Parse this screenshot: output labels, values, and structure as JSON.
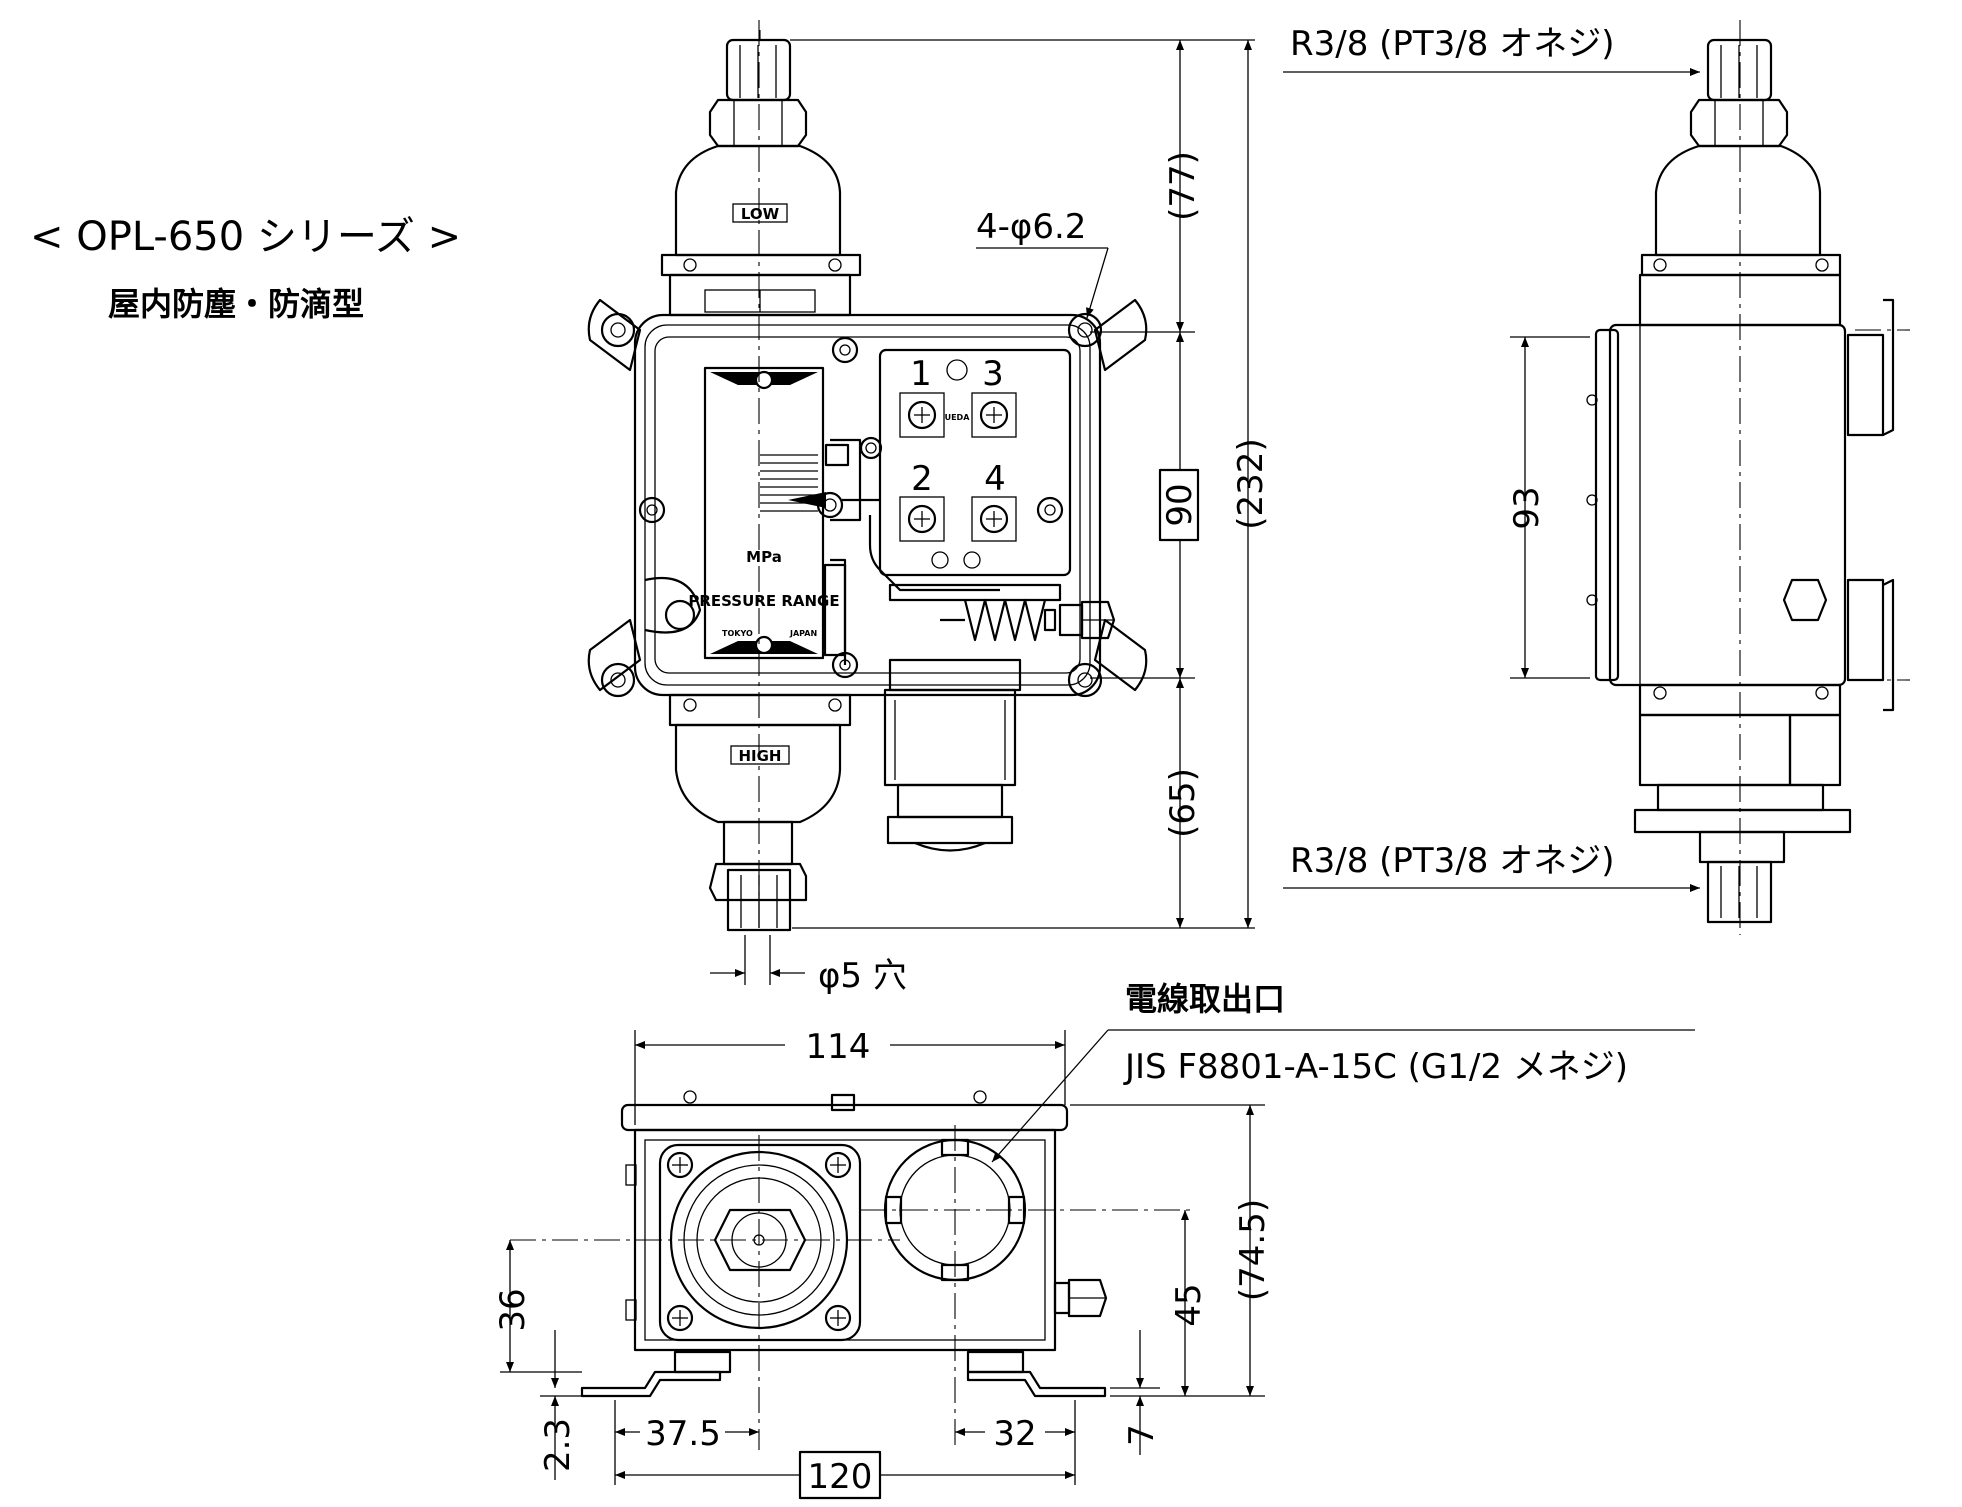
{
  "title": "< OPL-650 シリーズ >",
  "subtitle": "屋内防塵・防滴型",
  "labels": {
    "low": "LOW",
    "high": "HIGH",
    "ueda": "UEDA",
    "mpa": "MPa",
    "pressure_range": "PRESSURE  RANGE",
    "tokyo": "TOKYO",
    "japan": "JAPAN",
    "terminal_1": "1",
    "terminal_2": "2",
    "terminal_3": "3",
    "terminal_4": "4"
  },
  "callouts": {
    "port_top": "R3/8 (PT3/8 オネジ)",
    "port_bottom": "R3/8 (PT3/8 オネジ)",
    "mount_holes": "4-φ6.2",
    "hole_dia": "φ5 穴",
    "cable_outlet": "電線取出口",
    "cable_spec": "JIS F8801-A-15C (G1/2 メネジ)"
  },
  "dimensions": {
    "d77": "(77)",
    "d90": "90",
    "d232": "(232)",
    "d65": "(65)",
    "d93": "93",
    "d114": "114",
    "d74_5": "(74.5)",
    "d45": "45",
    "d36": "36",
    "d2_3": "2.3",
    "d37_5": "37.5",
    "d32": "32",
    "d7": "7",
    "d120": "120"
  }
}
